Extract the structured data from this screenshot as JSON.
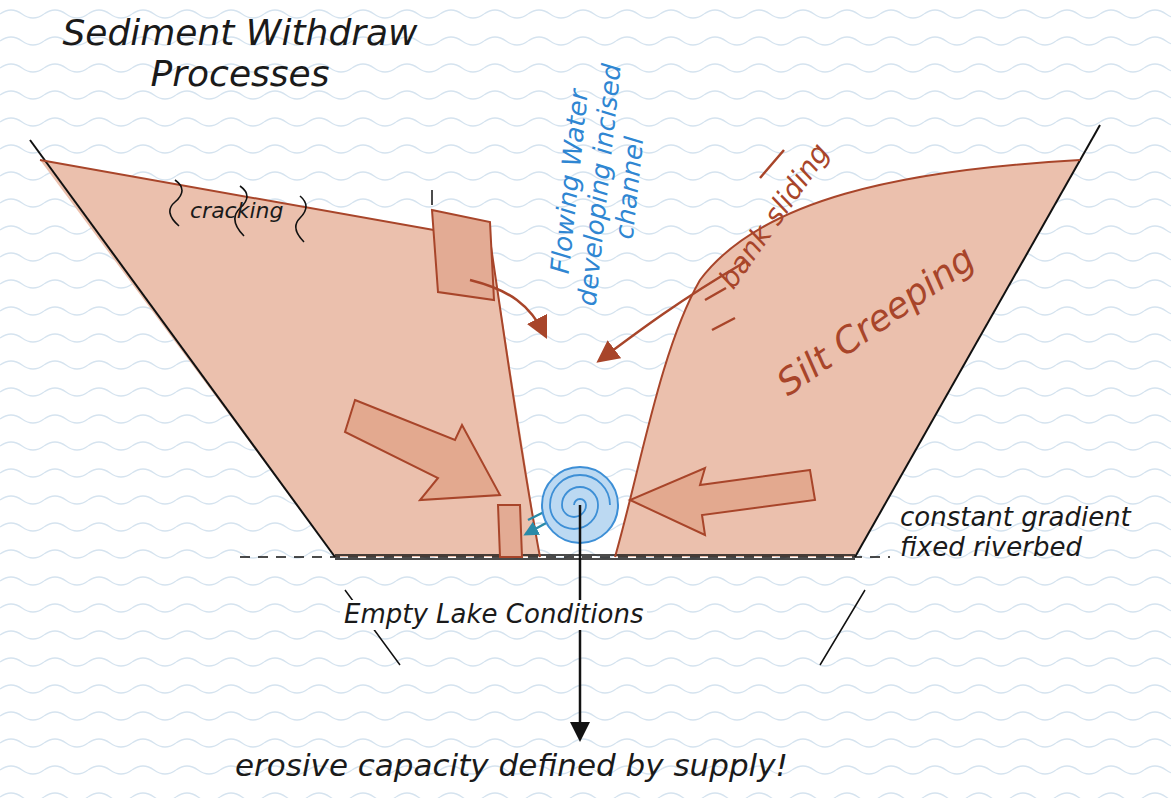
{
  "diagram": {
    "title": "Sediment Withdraw Processes",
    "labels": [
      "cracking",
      "Flowing Water developing incised channel",
      "bank sliding",
      "Silt Creeping",
      "constant gradient fixed riverbed",
      "Empty Lake Conditions",
      "erosive capacity defined by supply!"
    ]
  }
}
